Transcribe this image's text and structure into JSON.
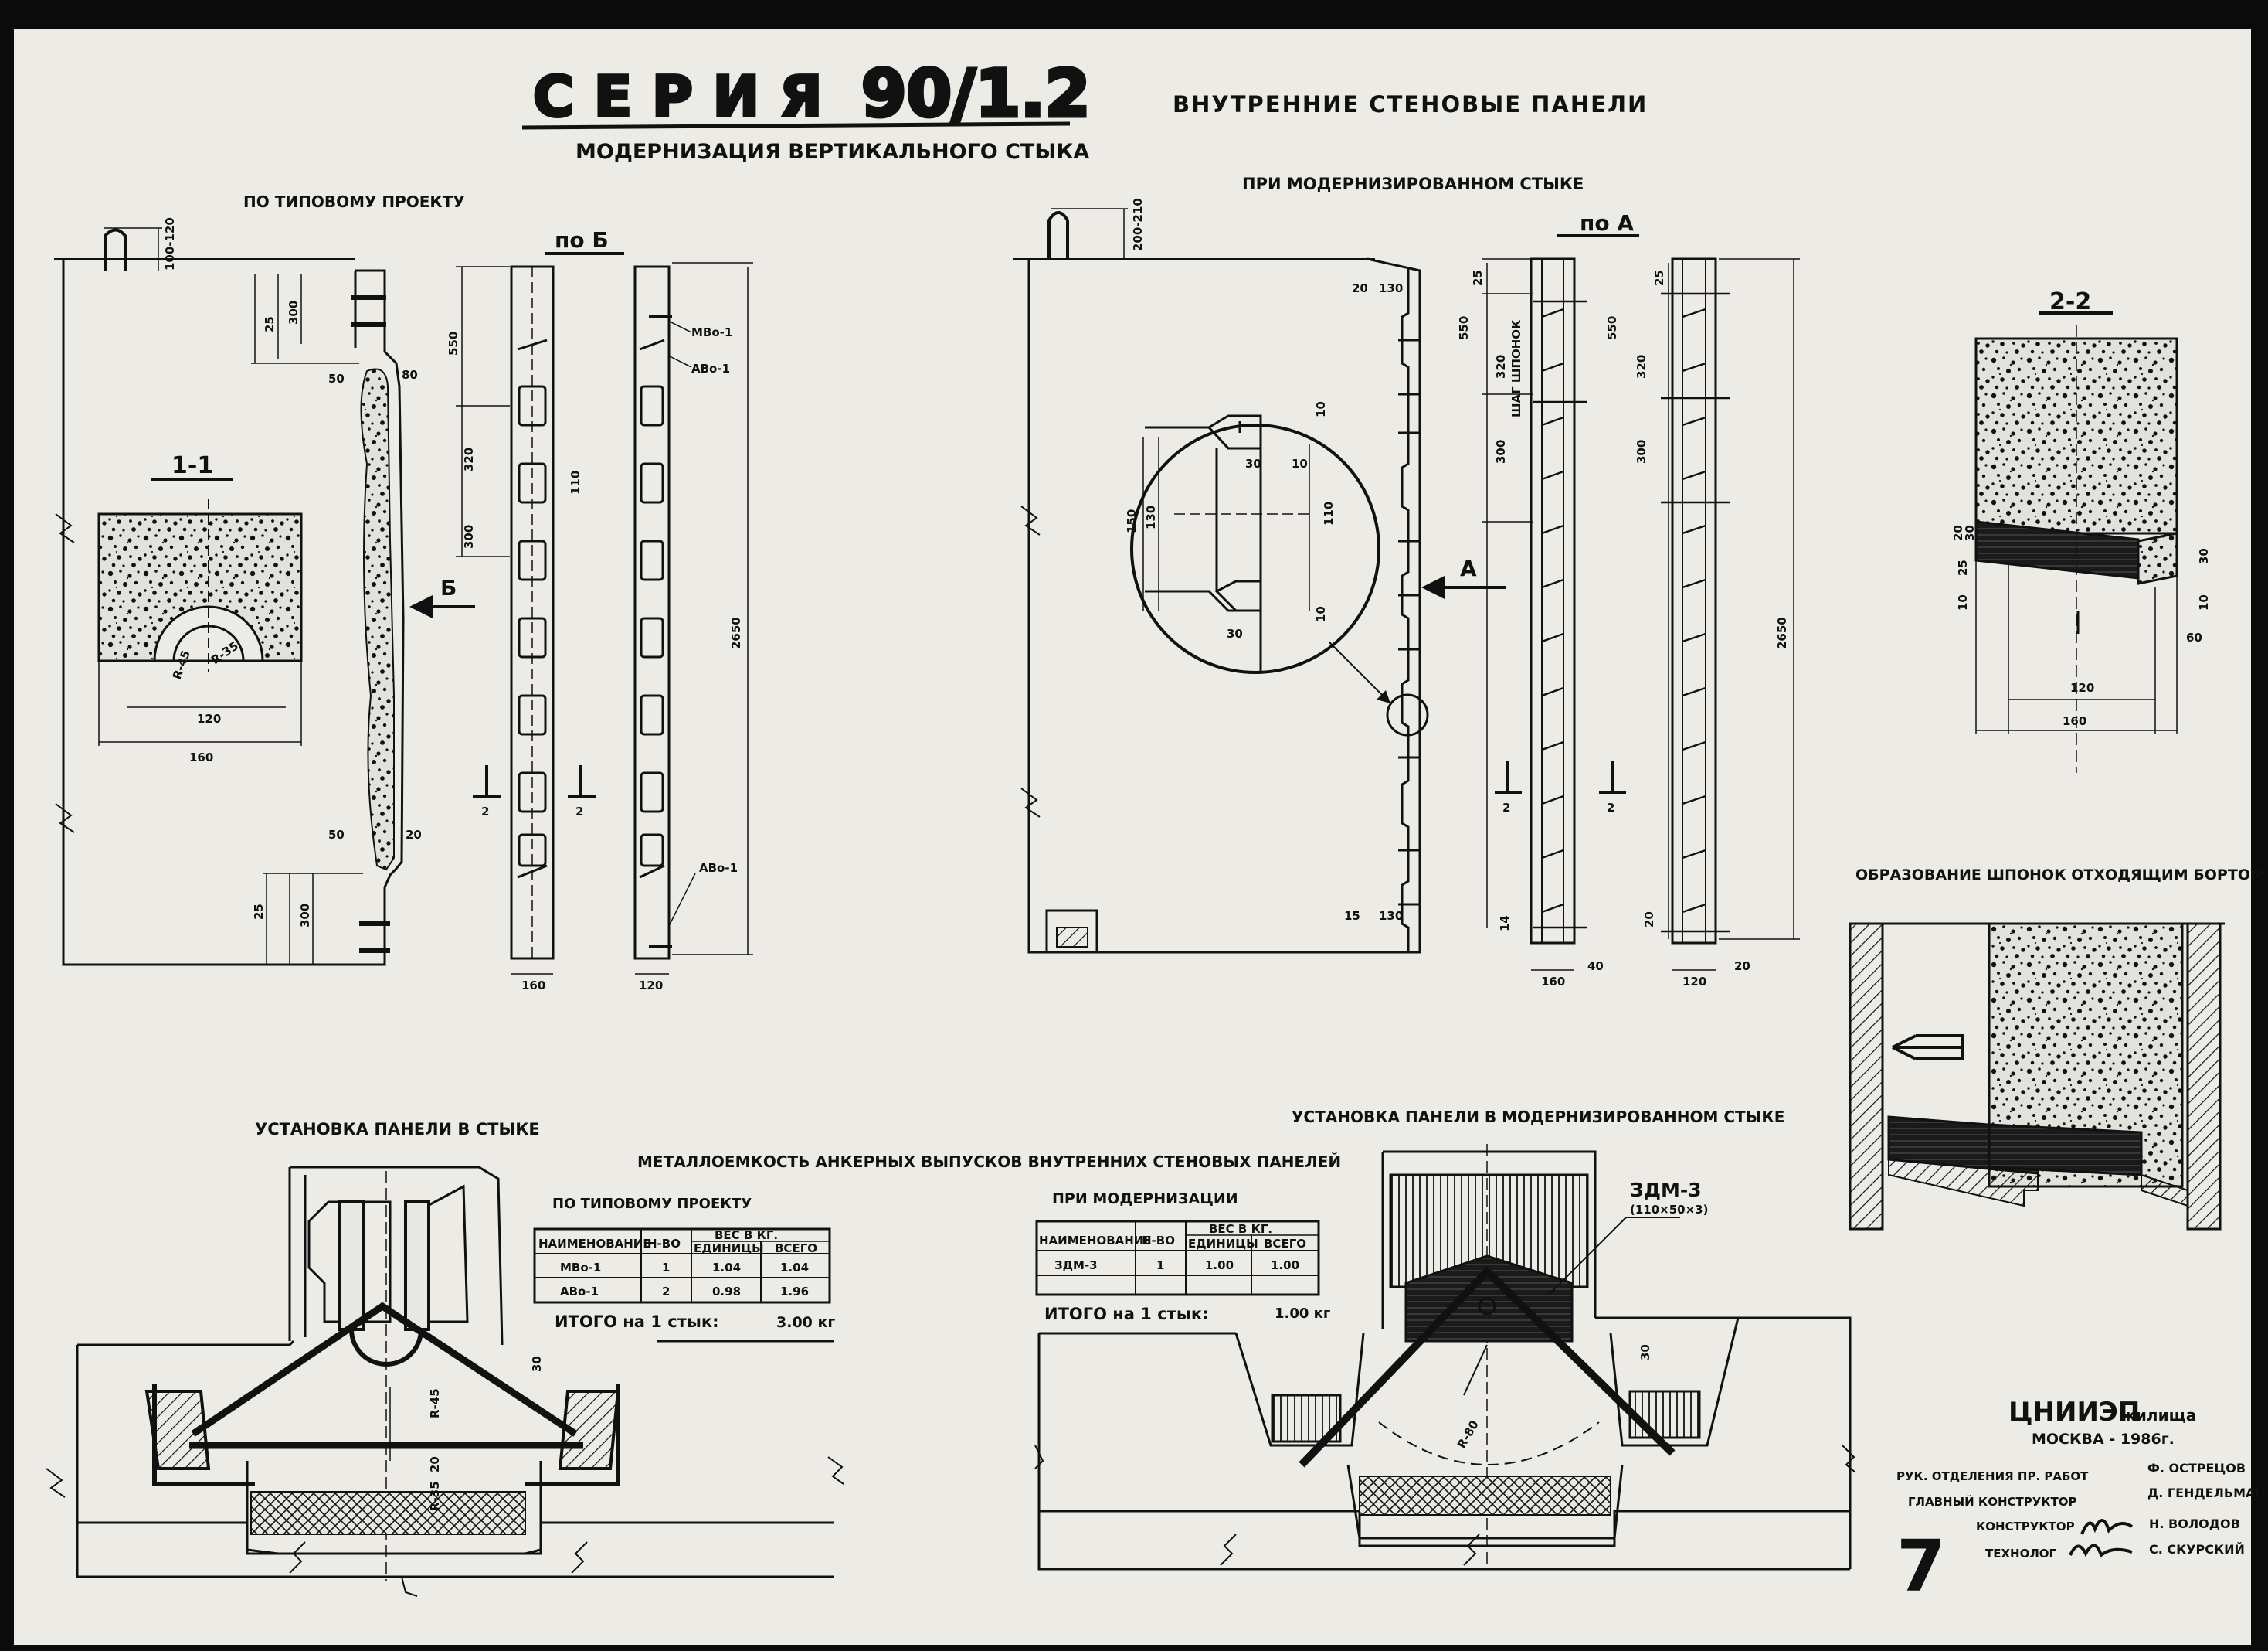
{
  "header": {
    "series_label": "СЕРИЯ",
    "series_number": "90/1.2",
    "subtitle": "МОДЕРНИЗАЦИЯ ВЕРТИКАЛЬНОГО СТЫКА",
    "doc_title": "ВНУТРЕННИЕ СТЕНОВЫЕ ПАНЕЛИ"
  },
  "left_group": {
    "title": "ПО ТИПОВОМУ ПРОЕКТУ",
    "view_label": "по Б",
    "section_label": "1-1",
    "arrow_label": "Б",
    "top_dim": "100-120",
    "dims": [
      "300",
      "550",
      "2650",
      "320",
      "300",
      "25",
      "50",
      "80",
      "110",
      "120",
      "160",
      "20"
    ],
    "rebar": [
      "МВо-1",
      "АВо-1",
      "АВо-1"
    ],
    "section_dims": [
      "120",
      "160",
      "R-45",
      "R-35"
    ],
    "marks": [
      "2",
      "2"
    ]
  },
  "right_group": {
    "title": "ПРИ МОДЕРНИЗИРОВАННОМ СТЫКЕ",
    "view_label": "по А",
    "arrow_label": "А",
    "top_dim": "200-210",
    "detail_dims": [
      "10",
      "30",
      "10",
      "150",
      "130",
      "110",
      "10",
      "30"
    ],
    "panel_dims": [
      "130",
      "20",
      "15",
      "130"
    ],
    "dims": [
      "25",
      "550",
      "320",
      "ШАГ ШПОНОК",
      "300",
      "2650",
      "160",
      "40",
      "120",
      "20",
      "14"
    ],
    "marks": [
      "2",
      "2"
    ]
  },
  "section_2_2": {
    "label": "2-2",
    "dims": [
      "20",
      "30",
      "10",
      "25",
      "30",
      "10",
      "60",
      "120",
      "160"
    ]
  },
  "forming_detail": {
    "title": "ОБРАЗОВАНИЕ ШПОНОК ОТХОДЯЩИМ БОРТОМ"
  },
  "bottom_left": {
    "title": "УСТАНОВКА ПАНЕЛИ В СТЫКЕ",
    "dims": [
      "30",
      "R-45",
      "R-35",
      "20"
    ]
  },
  "bottom_right": {
    "title": "УСТАНОВКА ПАНЕЛИ В МОДЕРНИЗИРОВАННОМ СТЫКЕ",
    "callout": "ЗДМ-3",
    "callout_sub": "(110×50×3)",
    "dims": [
      "30",
      "R-80"
    ]
  },
  "metal_usage": {
    "title": "МЕТАЛЛОЕМКОСТЬ АНКЕРНЫХ ВЫПУСКОВ ВНУТРЕННИХ СТЕНОВЫХ ПАНЕЛЕЙ",
    "typical": {
      "title": "ПО ТИПОВОМУ ПРОЕКТУ",
      "headers": [
        "НАИМЕНОВАНИЕ",
        "Н-ВО",
        "ВЕС В КГ.",
        "ЕДИНИЦЫ",
        "ВСЕГО"
      ],
      "rows": [
        [
          "МВо-1",
          "1",
          "1.04",
          "1.04"
        ],
        [
          "АВо-1",
          "2",
          "0.98",
          "1.96"
        ]
      ],
      "total_label": "ИТОГО на 1 стык:",
      "total_value": "3.00 кг"
    },
    "modern": {
      "title": "ПРИ МОДЕРНИЗАЦИИ",
      "headers": [
        "НАИМЕНОВАНИЕ",
        "Н-ВО",
        "ВЕС В КГ.",
        "ЕДИНИЦЫ",
        "ВСЕГО"
      ],
      "rows": [
        [
          "ЗДМ-3",
          "1",
          "1.00",
          "1.00"
        ]
      ],
      "total_label": "ИТОГО на 1 стык:",
      "total_value": "1.00 кг"
    }
  },
  "title_block": {
    "org": "ЦНИИЭП",
    "org_sub": "жилища",
    "city": "МОСКВА - 1986г.",
    "rows": [
      {
        "role": "РУК. ОТДЕЛЕНИЯ ПР. РАБОТ",
        "name": "Ф. ОСТРЕЦОВ"
      },
      {
        "role": "ГЛАВНЫЙ КОНСТРУКТОР",
        "name": "Д. ГЕНДЕЛЬМАН"
      },
      {
        "role": "КОНСТРУКТОР",
        "name": "Н. ВОЛОДОВ"
      },
      {
        "role": "ТЕХНОЛОГ",
        "name": "С. СКУРСКИЙ"
      }
    ],
    "sheet_number": "7"
  }
}
